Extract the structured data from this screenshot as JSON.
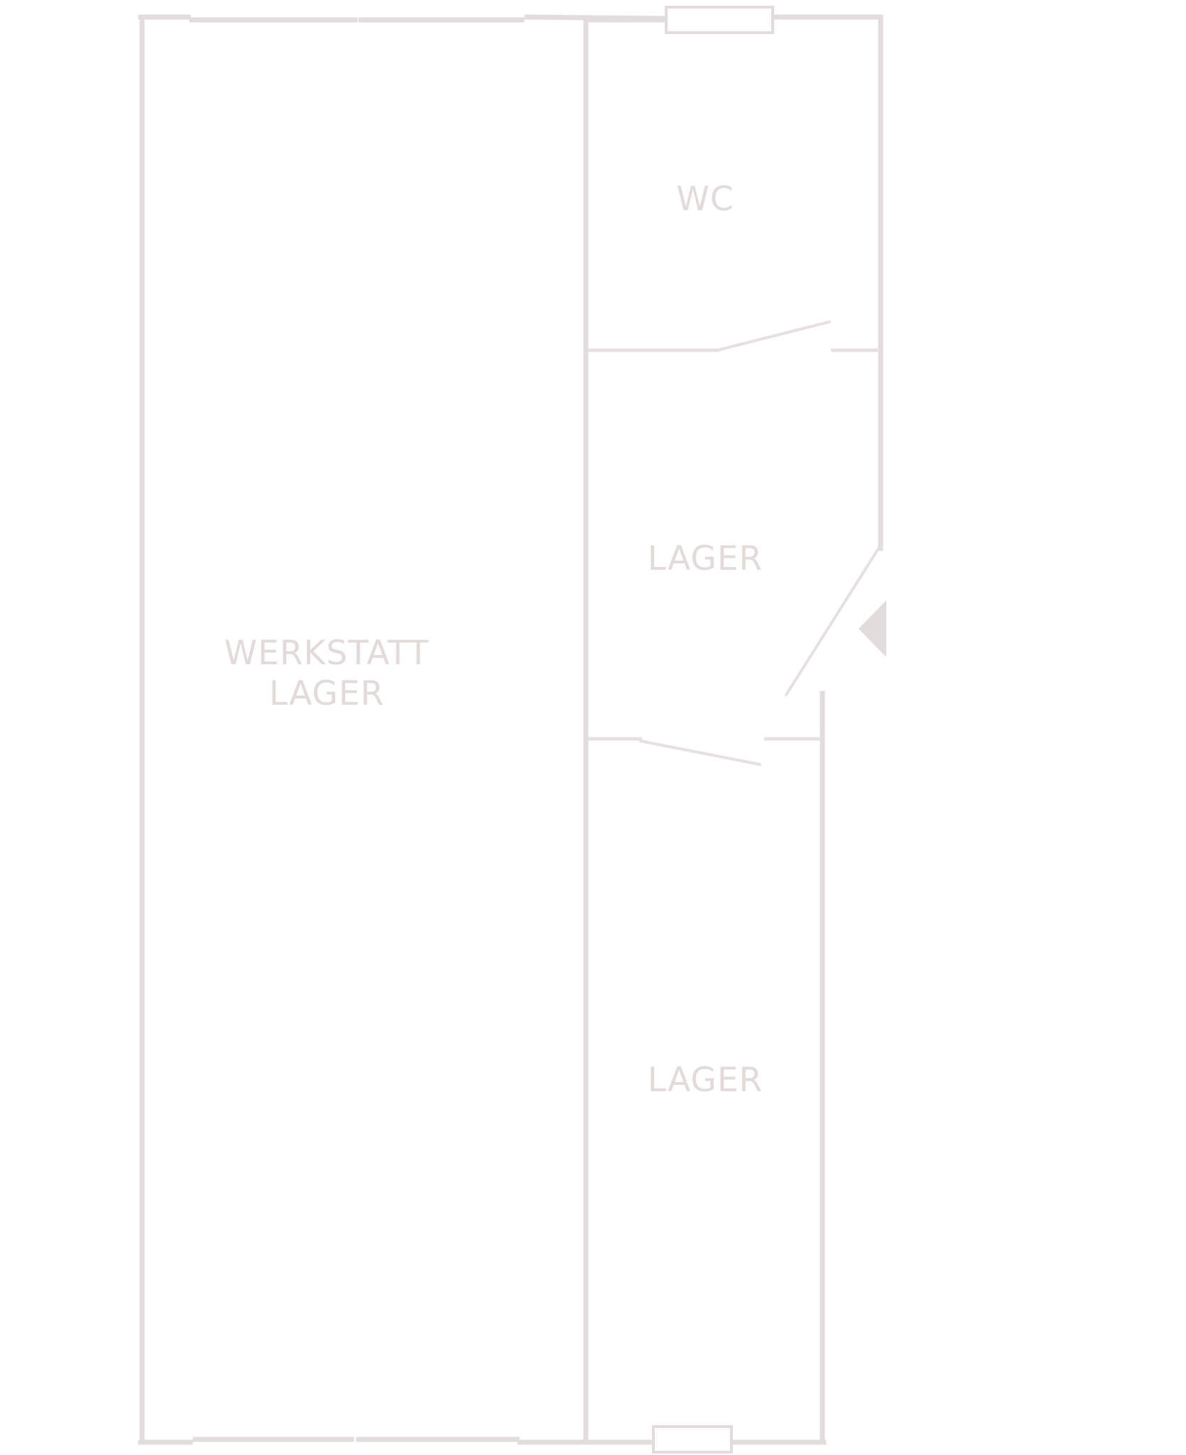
{
  "floorplan": {
    "rooms": {
      "wc": {
        "label": "WC"
      },
      "storage_middle": {
        "label": "LAGER"
      },
      "storage_bottom": {
        "label": "LAGER"
      },
      "workshop": {
        "line1": "WERKSTATT",
        "line2": "LAGER"
      }
    },
    "colors": {
      "wall": "#e3dcdc",
      "label": "#e3dada",
      "background": "#ffffff"
    },
    "entrance": {
      "icon": "entrance-arrow-icon"
    }
  }
}
